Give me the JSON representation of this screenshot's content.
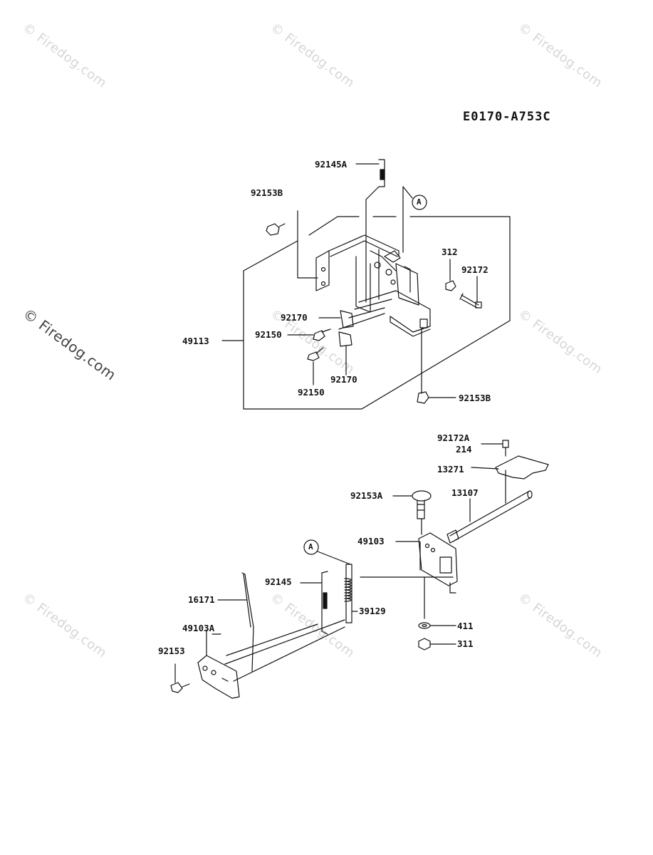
{
  "diagram": {
    "code": "E0170-A753C",
    "watermark": "© Firedog.com",
    "callout_letter": "A",
    "labels": {
      "p92145A": "92145A",
      "p92153B_top": "92153B",
      "p312": "312",
      "p92172": "92172",
      "p92170_upper": "92170",
      "p92150_upper": "92150",
      "p49113": "49113",
      "p92170_lower": "92170",
      "p92150_lower": "92150",
      "p92153B_bottom": "92153B",
      "p92172A": "92172A",
      "p214": "214",
      "p13271": "13271",
      "p92153A": "92153A",
      "p13107": "13107",
      "p49103": "49103",
      "p92145": "92145",
      "p16171": "16171",
      "p39129": "39129",
      "p49103A": "49103A",
      "p411": "411",
      "p92153": "92153",
      "p311": "311"
    }
  }
}
